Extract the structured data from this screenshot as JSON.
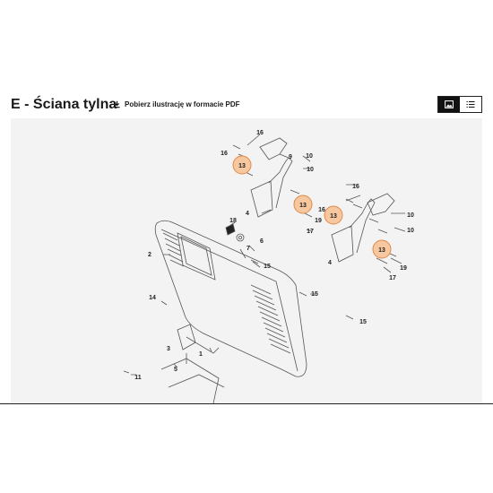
{
  "header": {
    "title": "E - Ściana tylna",
    "pdf_link_label": "Pobierz ilustrację w formacie PDF"
  },
  "view_toggle": {
    "image_icon": "image-icon",
    "list_icon": "list-icon",
    "active": "image"
  },
  "colors": {
    "highlight": "#f7c8a0",
    "highlight_border": "#e08a4a",
    "panel_bg": "#f3f3f3",
    "line": "#555555"
  },
  "diagram": {
    "labels": [
      "16",
      "16",
      "9",
      "10",
      "10",
      "13",
      "4",
      "13",
      "16",
      "16",
      "10",
      "10",
      "18",
      "13",
      "6",
      "7",
      "17",
      "19",
      "17",
      "13",
      "19",
      "2",
      "15",
      "4",
      "15",
      "14",
      "15",
      "3",
      "5",
      "1",
      "11"
    ]
  }
}
